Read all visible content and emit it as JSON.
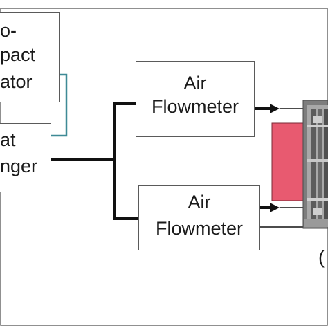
{
  "colors": {
    "line": "#111111",
    "teal_line": "#3e8a96",
    "box_border": "#5a5a5a",
    "frame_border": "#6b6b6b",
    "heater": "#e85a70",
    "device_grey": "#8a8a8a"
  },
  "blocks": {
    "top_left": {
      "lines": [
        "o-",
        "pact",
        "ator"
      ]
    },
    "mid_left": {
      "lines": [
        "at",
        "nger"
      ]
    },
    "flowmeter_upper": {
      "lines": [
        "Air",
        "Flowmeter"
      ]
    },
    "flowmeter_lower": {
      "lines": [
        "Air",
        "Flowmeter"
      ]
    }
  },
  "caption_fragment": "("
}
